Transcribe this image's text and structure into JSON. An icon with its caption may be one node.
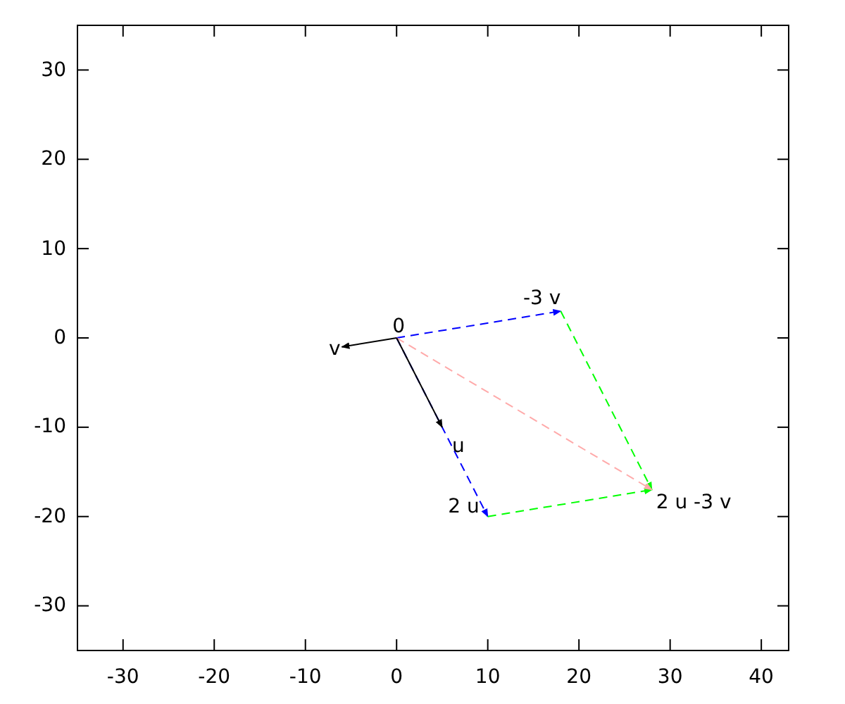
{
  "diagram": {
    "nodes": [
      {
        "text": [
          "0"
        ]
      },
      {
        "text": [
          "v"
        ]
      },
      {
        "text": [
          "u"
        ]
      },
      {
        "text": [
          "2 u"
        ]
      },
      {
        "text": [
          "-3 v"
        ]
      },
      {
        "text": [
          "2 u -3 v"
        ]
      }
    ],
    "edges": [
      {
        "from": 0,
        "to": 1,
        "arrow": "to"
      },
      {
        "from": 0,
        "to": 3,
        "arrow": "to",
        "style": "dashed",
        "color": "#0000ff"
      },
      {
        "from": 0,
        "to": 2,
        "arrow": "to"
      },
      {
        "from": 0,
        "to": 4,
        "arrow": "to",
        "style": "dashed",
        "color": "#0000ff"
      },
      {
        "from": 3,
        "to": 5,
        "arrow": "to",
        "style": "dashed",
        "color": "#00ff00"
      },
      {
        "from": 4,
        "to": 5,
        "arrow": "to",
        "style": "dashed",
        "color": "#00ff00"
      },
      {
        "from": 0,
        "to": 5,
        "arrow": "to",
        "style": "dashed",
        "color": "#ffaaaa"
      }
    ],
    "labels": [
      "30",
      "20",
      "10",
      "0",
      "-10",
      "-20",
      "-30",
      "-30",
      "-20",
      "-10",
      "0",
      "10",
      "20",
      "30",
      "40"
    ]
  }
}
